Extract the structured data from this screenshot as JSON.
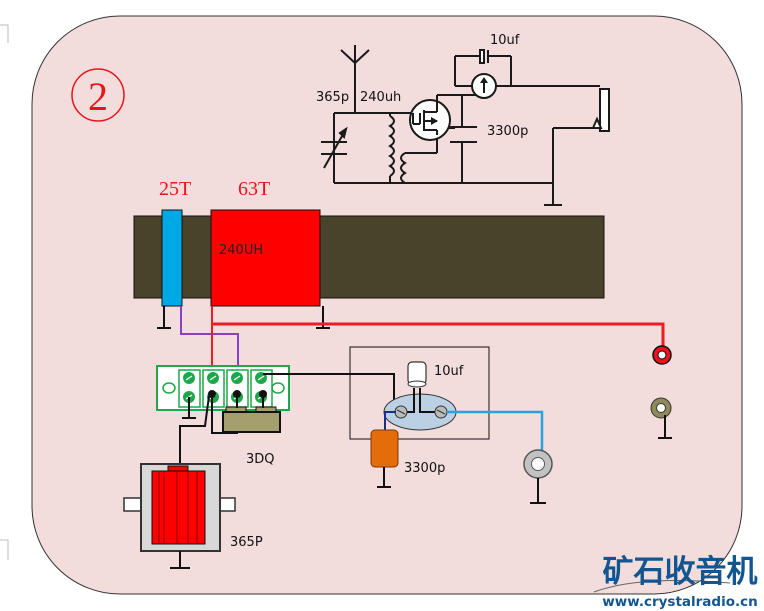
{
  "badge": {
    "number_symbol": "②"
  },
  "schematic": {
    "capacitor_label": "365p",
    "inductor_label": "240uh",
    "coupling_cap_label": "10uf",
    "bypass_cap_label": "3300p"
  },
  "coil": {
    "primary_turns": "25T",
    "secondary_turns": "63T",
    "inductance_label": "240UH"
  },
  "components": {
    "transistor_label": "3DQ",
    "variable_cap_label": "365P",
    "electrolytic_label": "10uf",
    "ceramic_cap_label": "3300p"
  },
  "watermark": {
    "title": "矿石收音机",
    "url": "www.crystalradio.cn"
  },
  "colors": {
    "background": "#f2dcdc",
    "coil_primary": "#00a9e6",
    "coil_secondary": "#ff0000",
    "ferrite_rod": "#49432c",
    "terminal_strip": "#1ea74a",
    "antenna_wire": "#e8141b",
    "earphone_wire": "#2aa3dd",
    "watermark": "#12558f"
  }
}
